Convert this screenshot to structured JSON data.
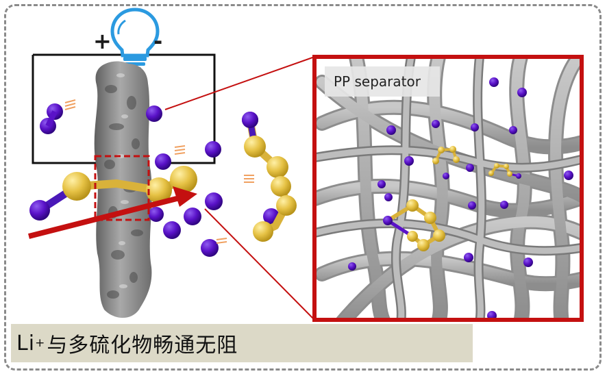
{
  "diagram": {
    "polarity_plus": "+",
    "polarity_minus": "-",
    "inset_label": "PP separator",
    "caption_prefix": "Li",
    "caption_superscript": "+",
    "caption_text": "与多硫化物畅通无阻"
  },
  "colors": {
    "lithium": "#5a12c8",
    "sulfur": "#e6c245",
    "arrow": "#c41010",
    "inset_border": "#c41010",
    "separator_fiber": "#a9a9a9",
    "bulb": "#2b9ae0",
    "frame": "#8a8a8a",
    "caption_background": "#dcd9c7"
  },
  "icons": [
    "lightbulb-icon"
  ]
}
